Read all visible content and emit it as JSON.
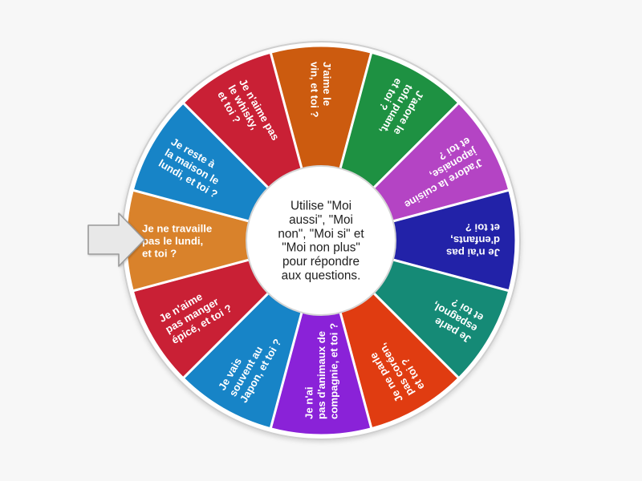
{
  "app": {
    "background_color": "#f7f7f7",
    "type": "spinner-wheel"
  },
  "wheel": {
    "center_text_lines": [
      "Utilise \"Moi",
      "aussi\", \"Moi",
      "non\", \"Moi si\" et",
      "\"Moi non plus\"",
      "pour répondre",
      "aux questions."
    ],
    "center_text": "Utilise \"Moi aussi\", \"Moi non\", \"Moi si\" et \"Moi non plus\" pour répondre aux questions.",
    "hub_color": "#ffffff",
    "rim_color": "#cfcfcf",
    "divider_color": "#ffffff",
    "segment_count": 12,
    "segments": [
      {
        "index": 0,
        "label": "J'aime le vin, et toi ?",
        "lines": [
          "J'aime le",
          "vin, et toi ?"
        ],
        "color": "#cc5b0f",
        "start_angle": -105,
        "end_angle": -75
      },
      {
        "index": 1,
        "label": "J'adore le tofu puant, et toi ?",
        "lines": [
          "J'adore le",
          "tofu puant,",
          "et toi ?"
        ],
        "color": "#1e9142",
        "start_angle": -75,
        "end_angle": -45
      },
      {
        "index": 2,
        "label": "J'adore la cuisine japonaise, et toi ?",
        "lines": [
          "J'adore la cuisine",
          "japonaise,",
          "et toi ?"
        ],
        "color": "#b444c4",
        "start_angle": -45,
        "end_angle": -15
      },
      {
        "index": 3,
        "label": "Je n'ai pas d'enfants, et toi ?",
        "lines": [
          "Je n'ai pas",
          "d'enfants,",
          "et toi ?"
        ],
        "color": "#2222a8",
        "start_angle": -15,
        "end_angle": 15
      },
      {
        "index": 4,
        "label": "Je parle espagnol, et toi ?",
        "lines": [
          "Je parle",
          "espagnol,",
          "et toi ?"
        ],
        "color": "#158a76",
        "start_angle": 15,
        "end_angle": 45
      },
      {
        "index": 5,
        "label": "Je ne parle pas coréen, et toi ?",
        "lines": [
          "Je ne parle",
          "pas coréen,",
          "et toi ?"
        ],
        "color": "#e03c11",
        "start_angle": 45,
        "end_angle": 75
      },
      {
        "index": 6,
        "label": "Je n'ai pas d'animaux de compagnie, et toi ?",
        "lines": [
          "Je n'ai",
          "pas d'animaux de",
          "compagnie, et toi ?"
        ],
        "color": "#8a22d8",
        "start_angle": 75,
        "end_angle": 105
      },
      {
        "index": 7,
        "label": "Je vais souvent au Japon, et toi ?",
        "lines": [
          "Je vais",
          "souvent au",
          "Japon, et toi ?"
        ],
        "color": "#1784c7",
        "start_angle": 105,
        "end_angle": 135
      },
      {
        "index": 8,
        "label": "Je n'aime pas manger épicé, et toi ?",
        "lines": [
          "Je n'aime",
          "pas manger",
          "épicé, et toi ?"
        ],
        "color": "#c92035",
        "start_angle": 135,
        "end_angle": 165
      },
      {
        "index": 9,
        "label": "Je ne travaille pas le lundi, et toi ?",
        "lines": [
          "Je ne travaille",
          "pas le lundi,",
          "et toi ?"
        ],
        "color": "#d9822b",
        "start_angle": 165,
        "end_angle": 195
      },
      {
        "index": 10,
        "label": "Je reste à la maison le lundi, et toi ?",
        "lines": [
          "Je reste à",
          "la maison le",
          "lundi, et toi ?"
        ],
        "color": "#1784c7",
        "start_angle": 195,
        "end_angle": 225
      },
      {
        "index": 11,
        "label": "Je n'aime pas le whisky, et toi ?",
        "lines": [
          "Je n'aime pas",
          "le whisky,",
          "et toi ?"
        ],
        "color": "#c92035",
        "start_angle": 225,
        "end_angle": 255
      }
    ]
  },
  "pointer": {
    "name": "arrow-pointer",
    "direction": "right",
    "fill_color": "#e8e8e8",
    "border_color": "#9a9a9a"
  }
}
